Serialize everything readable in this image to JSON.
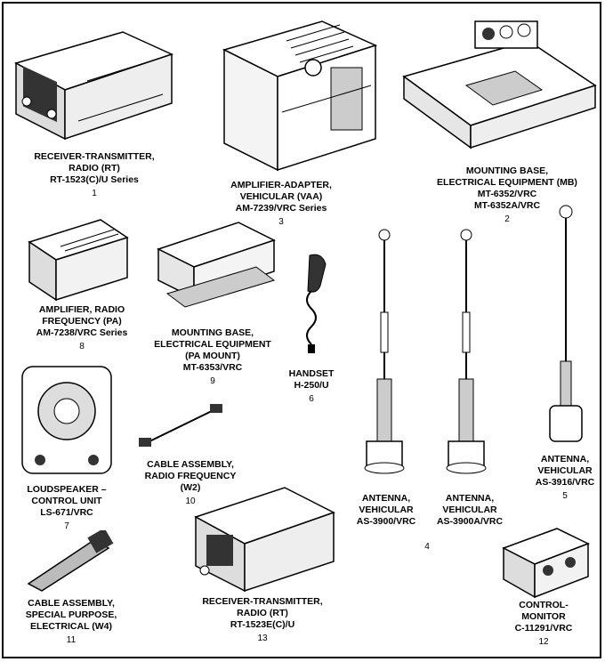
{
  "items": {
    "rt1": {
      "lines": [
        "RECEIVER-TRANSMITTER,",
        "RADIO (RT)",
        "RT-1523(C)/U Series"
      ],
      "number": "1"
    },
    "mb": {
      "lines": [
        "MOUNTING BASE,",
        "ELECTRICAL EQUIPMENT (MB)",
        "MT-6352/VRC",
        "MT-6352A/VRC"
      ],
      "number": "2"
    },
    "vaa": {
      "lines": [
        "AMPLIFIER-ADAPTER,",
        "VEHICULAR (VAA)",
        "AM-7239/VRC Series"
      ],
      "number": "3"
    },
    "antennas_number": "4",
    "ant_3916": {
      "lines": [
        "ANTENNA,",
        "VEHICULAR",
        "AS-3916/VRC"
      ],
      "number": "5"
    },
    "handset": {
      "lines": [
        "HANDSET",
        "H-250/U"
      ],
      "number": "6"
    },
    "ls": {
      "lines": [
        "LOUDSPEAKER –",
        "CONTROL UNIT",
        "LS-671/VRC"
      ],
      "number": "7"
    },
    "pa": {
      "lines": [
        "AMPLIFIER, RADIO",
        "FREQUENCY (PA)",
        "AM-7238/VRC Series"
      ],
      "number": "8"
    },
    "pamount": {
      "lines": [
        "MOUNTING BASE,",
        "ELECTRICAL EQUIPMENT",
        "(PA MOUNT)",
        "MT-6353/VRC"
      ],
      "number": "9"
    },
    "w2": {
      "lines": [
        "CABLE ASSEMBLY,",
        "RADIO FREQUENCY",
        "(W2)"
      ],
      "number": "10"
    },
    "w4": {
      "lines": [
        "CABLE ASSEMBLY,",
        "SPECIAL PURPOSE,",
        "ELECTRICAL (W4)"
      ],
      "number": "11"
    },
    "cm": {
      "lines": [
        "CONTROL-",
        "MONITOR",
        "C-11291/VRC"
      ],
      "number": "12"
    },
    "rt13": {
      "lines": [
        "RECEIVER-TRANSMITTER,",
        "RADIO (RT)",
        "RT-1523E(C)/U"
      ],
      "number": "13"
    },
    "ant_3900": {
      "lines": [
        "ANTENNA,",
        "VEHICULAR",
        "AS-3900/VRC"
      ]
    },
    "ant_3900a": {
      "lines": [
        "ANTENNA,",
        "VEHICULAR",
        "AS-3900A/VRC"
      ]
    }
  }
}
